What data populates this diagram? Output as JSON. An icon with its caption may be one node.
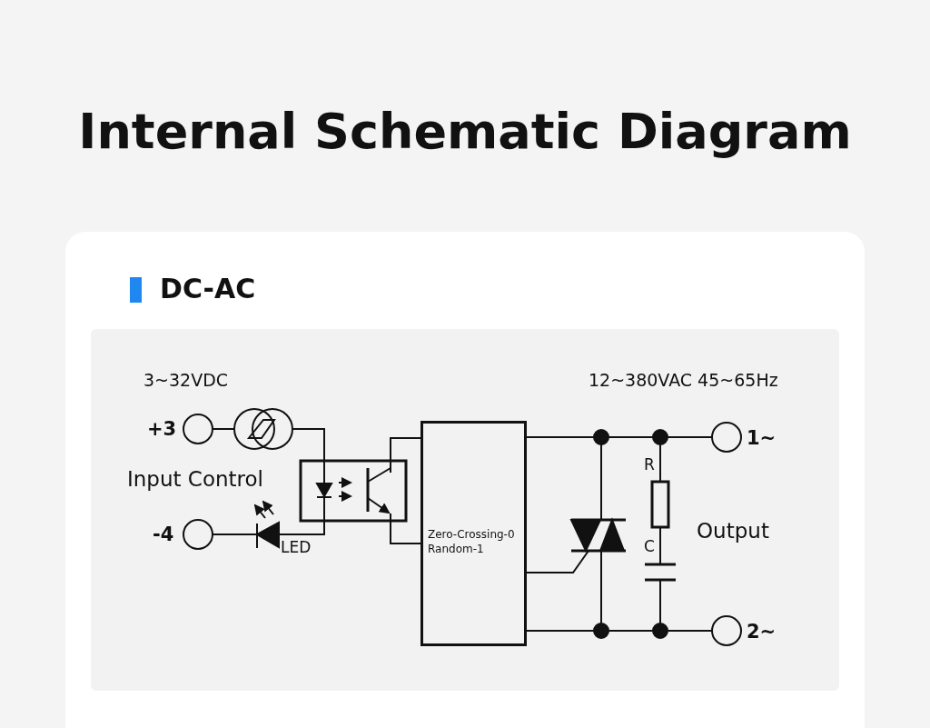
{
  "diagram": {
    "title": "Internal Schematic Diagram",
    "nodes": [
      {
        "text": [
          "Zero-Crossing-0 Random-1"
        ]
      },
      {
        "text": [],
        "shape": "circle",
        "beside": [
          "+3"
        ]
      },
      {
        "text": [],
        "shape": "circle"
      },
      {
        "text": [],
        "shape": "box"
      },
      {
        "text": [],
        "shape": "triangle",
        "beside": [
          "LED"
        ]
      },
      {
        "text": [],
        "shape": "circle",
        "beside": [
          "-4"
        ]
      },
      {
        "text": [],
        "shape": "triangle"
      },
      {
        "text": [],
        "shape": "box",
        "beside": [
          "R"
        ]
      },
      {
        "text": [],
        "shape": "bar",
        "beside": [
          "C"
        ]
      },
      {
        "text": [],
        "shape": "circle",
        "beside": [
          "1~"
        ]
      },
      {
        "text": [],
        "shape": "circle",
        "beside": [
          "2~"
        ]
      },
      {
        "text": [],
        "shape": "circle"
      },
      {
        "text": [],
        "shape": "circle"
      },
      {
        "text": [],
        "shape": "circle"
      },
      {
        "text": [],
        "shape": "circle"
      }
    ],
    "edges": [
      {
        "from": 1,
        "to": 2,
        "arrow": "none"
      },
      {
        "from": 2,
        "to": 3,
        "arrow": "none"
      },
      {
        "from": 3,
        "to": 4,
        "arrow": "none"
      },
      {
        "from": 4,
        "to": 5,
        "arrow": "none"
      },
      {
        "from": 3,
        "to": 0,
        "arrow": "none"
      },
      {
        "from": 3,
        "to": 0,
        "arrow": "none"
      },
      {
        "from": 0,
        "to": 11,
        "arrow": "none"
      },
      {
        "from": 11,
        "to": 12,
        "arrow": "none"
      },
      {
        "from": 12,
        "to": 9,
        "arrow": "none"
      },
      {
        "from": 11,
        "to": 6,
        "arrow": "none"
      },
      {
        "from": 0,
        "to": 6,
        "arrow": "none"
      },
      {
        "from": 6,
        "to": 13,
        "arrow": "none"
      },
      {
        "from": 0,
        "to": 13,
        "arrow": "none"
      },
      {
        "from": 13,
        "to": 14,
        "arrow": "none"
      },
      {
        "from": 14,
        "to": 10,
        "arrow": "none"
      },
      {
        "from": 12,
        "to": 7,
        "arrow": "none"
      },
      {
        "from": 7,
        "to": 8,
        "arrow": "none"
      },
      {
        "from": 8,
        "to": 14,
        "arrow": "none"
      }
    ],
    "labels": [
      "DC-AC",
      "3~32VDC",
      "12~380VAC 45~65Hz",
      "Input Control",
      "Output"
    ]
  }
}
